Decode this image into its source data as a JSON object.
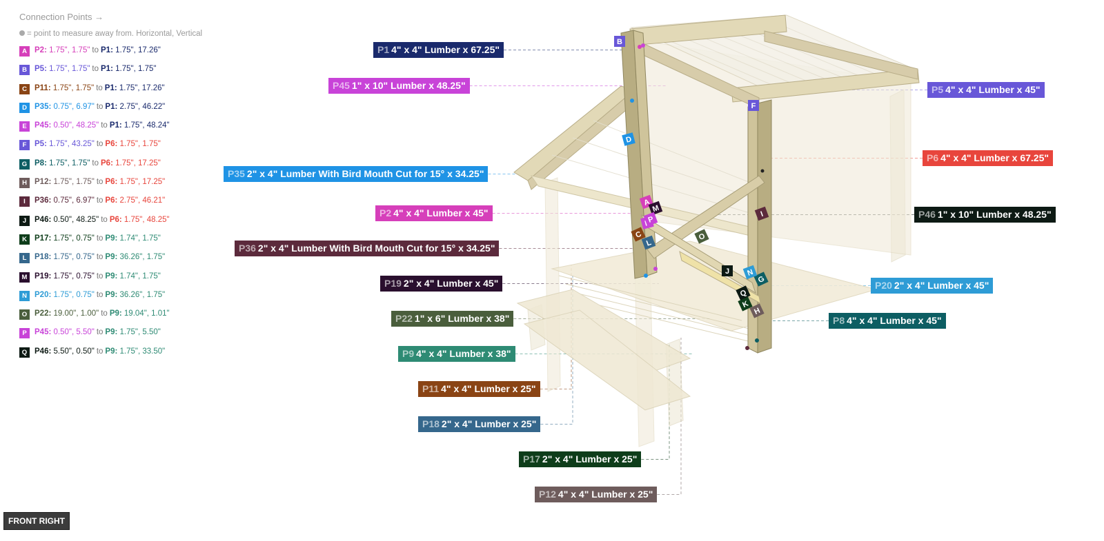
{
  "legend": {
    "title": "Connection Points →",
    "note": "= point to measure away from. Horizontal, Vertical",
    "to_word": "to",
    "rows": [
      {
        "letter": "A",
        "color": "#d63fba",
        "from_part": "P2",
        "from_color": "#d63fba",
        "from_vals": "1.75\", 1.75\"",
        "to_part": "P1",
        "to_color": "#1a2a6c",
        "to_vals": "1.75\", 17.26\""
      },
      {
        "letter": "B",
        "color": "#6857d8",
        "from_part": "P5",
        "from_color": "#6857d8",
        "from_vals": "1.75\", 1.75\"",
        "to_part": "P1",
        "to_color": "#1a2a6c",
        "to_vals": "1.75\", 1.75\""
      },
      {
        "letter": "C",
        "color": "#8a4414",
        "from_part": "P11",
        "from_color": "#8a4414",
        "from_vals": "1.75\", 1.75\"",
        "to_part": "P1",
        "to_color": "#1a2a6c",
        "to_vals": "1.75\", 17.26\""
      },
      {
        "letter": "D",
        "color": "#1f93e5",
        "from_part": "P35",
        "from_color": "#1f93e5",
        "from_vals": "0.75\", 6.97\"",
        "to_part": "P1",
        "to_color": "#1a2a6c",
        "to_vals": "2.75\", 46.22\""
      },
      {
        "letter": "E",
        "color": "#c843d8",
        "from_part": "P45",
        "from_color": "#c843d8",
        "from_vals": "0.50\", 48.25\"",
        "to_part": "P1",
        "to_color": "#1a2a6c",
        "to_vals": "1.75\", 48.24\""
      },
      {
        "letter": "F",
        "color": "#6857d8",
        "from_part": "P5",
        "from_color": "#6857d8",
        "from_vals": "1.75\", 43.25\"",
        "to_part": "P6",
        "to_color": "#e8453c",
        "to_vals": "1.75\", 1.75\""
      },
      {
        "letter": "G",
        "color": "#0d5e63",
        "from_part": "P8",
        "from_color": "#0d5e63",
        "from_vals": "1.75\", 1.75\"",
        "to_part": "P6",
        "to_color": "#e8453c",
        "to_vals": "1.75\", 17.25\""
      },
      {
        "letter": "H",
        "color": "#6e5c5c",
        "from_part": "P12",
        "from_color": "#6e5c5c",
        "from_vals": "1.75\", 1.75\"",
        "to_part": "P6",
        "to_color": "#e8453c",
        "to_vals": "1.75\", 17.25\""
      },
      {
        "letter": "I",
        "color": "#5c2a3c",
        "from_part": "P36",
        "from_color": "#5c2a3c",
        "from_vals": "0.75\", 6.97\"",
        "to_part": "P6",
        "to_color": "#e8453c",
        "to_vals": "2.75\", 46.21\""
      },
      {
        "letter": "J",
        "color": "#0d1a14",
        "from_part": "P46",
        "from_color": "#0d1a14",
        "from_vals": "0.50\", 48.25\"",
        "to_part": "P6",
        "to_color": "#e8453c",
        "to_vals": "1.75\", 48.25\""
      },
      {
        "letter": "K",
        "color": "#0e3d1a",
        "from_part": "P17",
        "from_color": "#0e3d1a",
        "from_vals": "1.75\", 0.75\"",
        "to_part": "P9",
        "to_color": "#2e8b74",
        "to_vals": "1.74\", 1.75\""
      },
      {
        "letter": "L",
        "color": "#35678c",
        "from_part": "P18",
        "from_color": "#35678c",
        "from_vals": "1.75\", 0.75\"",
        "to_part": "P9",
        "to_color": "#2e8b74",
        "to_vals": "36.26\", 1.75\""
      },
      {
        "letter": "M",
        "color": "#2a0f2e",
        "from_part": "P19",
        "from_color": "#2a0f2e",
        "from_vals": "1.75\", 0.75\"",
        "to_part": "P9",
        "to_color": "#2e8b74",
        "to_vals": "1.74\", 1.75\""
      },
      {
        "letter": "N",
        "color": "#2e9cd6",
        "from_part": "P20",
        "from_color": "#2e9cd6",
        "from_vals": "1.75\", 0.75\"",
        "to_part": "P9",
        "to_color": "#2e8b74",
        "to_vals": "36.26\", 1.75\""
      },
      {
        "letter": "O",
        "color": "#4a5e3c",
        "from_part": "P22",
        "from_color": "#4a5e3c",
        "from_vals": "19.00\", 1.00\"",
        "to_part": "P9",
        "to_color": "#2e8b74",
        "to_vals": "19.04\", 1.01\""
      },
      {
        "letter": "P",
        "color": "#c843d8",
        "from_part": "P45",
        "from_color": "#c843d8",
        "from_vals": "0.50\", 5.50\"",
        "to_part": "P9",
        "to_color": "#2e8b74",
        "to_vals": "1.75\", 5.50\""
      },
      {
        "letter": "Q",
        "color": "#0d1a14",
        "from_part": "P46",
        "from_color": "#0d1a14",
        "from_vals": "5.50\", 0.50\"",
        "to_part": "P9",
        "to_color": "#2e8b74",
        "to_vals": "1.75\", 33.50\""
      }
    ]
  },
  "parts": [
    {
      "id": "P1",
      "desc": "4\" x 4\" Lumber x 67.25\"",
      "color": "#1a2a6c"
    },
    {
      "id": "P45",
      "desc": "1\" x 10\" Lumber  x 48.25\"",
      "color": "#c843d8"
    },
    {
      "id": "P35",
      "desc": "2\" x 4\" Lumber With Bird Mouth Cut for 15° x 34.25\"",
      "color": "#1f93e5"
    },
    {
      "id": "P2",
      "desc": "4\" x 4\" Lumber x 45\"",
      "color": "#d63fba"
    },
    {
      "id": "P36",
      "desc": "2\" x 4\" Lumber With Bird Mouth Cut for 15° x 34.25\"",
      "color": "#5c2a3c"
    },
    {
      "id": "P19",
      "desc": "2\" x 4\" Lumber  x 45\"",
      "color": "#2a0f2e"
    },
    {
      "id": "P22",
      "desc": "1\" x 6\" Lumber x 38\"",
      "color": "#4a5e3c"
    },
    {
      "id": "P9",
      "desc": "4\" x 4\" Lumber x 38\"",
      "color": "#2e8b74"
    },
    {
      "id": "P11",
      "desc": "4\" x 4\" Lumber x 25\"",
      "color": "#8a4414"
    },
    {
      "id": "P18",
      "desc": "2\" x 4\" Lumber  x 25\"",
      "color": "#35678c"
    },
    {
      "id": "P17",
      "desc": "2\" x 4\" Lumber  x 25\"",
      "color": "#0e3d1a"
    },
    {
      "id": "P12",
      "desc": "4\" x 4\" Lumber x 25\"",
      "color": "#6e5c5c"
    },
    {
      "id": "P5",
      "desc": "4\" x 4\" Lumber x 45\"",
      "color": "#6857d8"
    },
    {
      "id": "P6",
      "desc": "4\" x 4\" Lumber x 67.25\"",
      "color": "#e8453c"
    },
    {
      "id": "P46",
      "desc": "1\" x 10\" Lumber  x 48.25\"",
      "color": "#0d1a14"
    },
    {
      "id": "P20",
      "desc": "2\" x 4\" Lumber  x 45\"",
      "color": "#2e9cd6"
    },
    {
      "id": "P8",
      "desc": "4\" x 4\" Lumber x 45\"",
      "color": "#0d5e63"
    }
  ],
  "markers": [
    {
      "letter": "A",
      "color": "#d63fba"
    },
    {
      "letter": "B",
      "color": "#6857d8"
    },
    {
      "letter": "C",
      "color": "#8a4414"
    },
    {
      "letter": "D",
      "color": "#1f93e5"
    },
    {
      "letter": "E",
      "color": "#c843d8"
    },
    {
      "letter": "F",
      "color": "#6857d8"
    },
    {
      "letter": "G",
      "color": "#0d5e63"
    },
    {
      "letter": "H",
      "color": "#6e5c5c"
    },
    {
      "letter": "I",
      "color": "#5c2a3c"
    },
    {
      "letter": "J",
      "color": "#0d1a14"
    },
    {
      "letter": "K",
      "color": "#0e3d1a"
    },
    {
      "letter": "L",
      "color": "#35678c"
    },
    {
      "letter": "M",
      "color": "#2a0f2e"
    },
    {
      "letter": "N",
      "color": "#2e9cd6"
    },
    {
      "letter": "O",
      "color": "#4a5e3c"
    },
    {
      "letter": "P",
      "color": "#c843d8"
    },
    {
      "letter": "Q",
      "color": "#0d1a14"
    }
  ],
  "view_label": "FRONT RIGHT"
}
